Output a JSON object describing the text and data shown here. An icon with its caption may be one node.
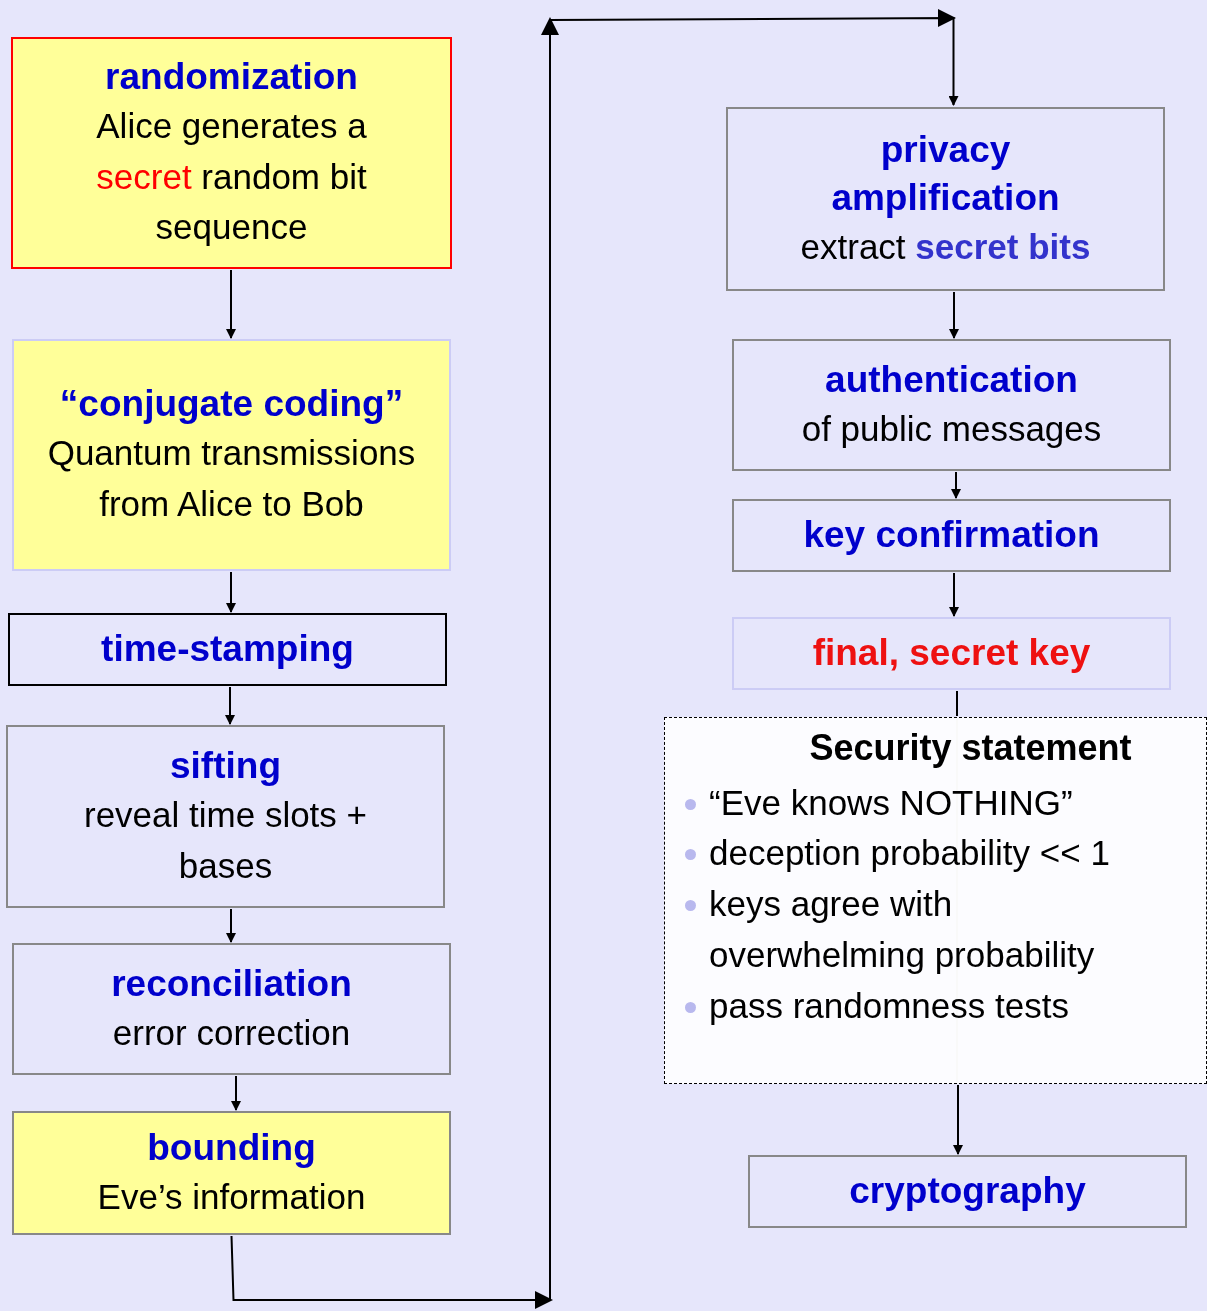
{
  "diagram": {
    "nodes": [
      {
        "text": [
          "randomization",
          "Alice generates a *secret* random bit sequence"
        ]
      },
      {
        "text": [
          "“conjugate coding”",
          "Quantum transmissions from Alice to Bob"
        ]
      },
      {
        "text": [
          "time-stamping"
        ]
      },
      {
        "text": [
          "sifting",
          "reveal time slots + bases"
        ]
      },
      {
        "text": [
          "reconciliation",
          "error correction"
        ]
      },
      {
        "text": [
          "bounding",
          "Eve’s information"
        ]
      },
      {
        "text": [
          "privacy amplification",
          "extract **secret bits**"
        ]
      },
      {
        "text": [
          "authentication",
          "of public messages"
        ]
      },
      {
        "text": [
          "key confirmation"
        ]
      },
      {
        "text": [
          "final, secret key"
        ]
      },
      {
        "text": [
          "Security statement",
          "“Eve knows NOTHING”",
          "deception probability << 1",
          "keys agree with overwhelming probability",
          "pass randomness tests"
        ]
      },
      {
        "text": [
          "cryptography"
        ]
      }
    ],
    "edges": [
      {
        "from": 0,
        "to": 1,
        "arrow": "to"
      },
      {
        "from": 1,
        "to": 2,
        "arrow": "to"
      },
      {
        "from": 2,
        "to": 3,
        "arrow": "to"
      },
      {
        "from": 3,
        "to": 4,
        "arrow": "to"
      },
      {
        "from": 4,
        "to": 5,
        "arrow": "to"
      },
      {
        "from": 5,
        "to": 6,
        "arrow": "to"
      },
      {
        "from": 6,
        "to": 7,
        "arrow": "to"
      },
      {
        "from": 7,
        "to": 8,
        "arrow": "to"
      },
      {
        "from": 8,
        "to": 9,
        "arrow": "to"
      },
      {
        "from": 9,
        "to": 10,
        "arrow": "none"
      },
      {
        "from": 10,
        "to": 11,
        "arrow": "to"
      }
    ]
  }
}
